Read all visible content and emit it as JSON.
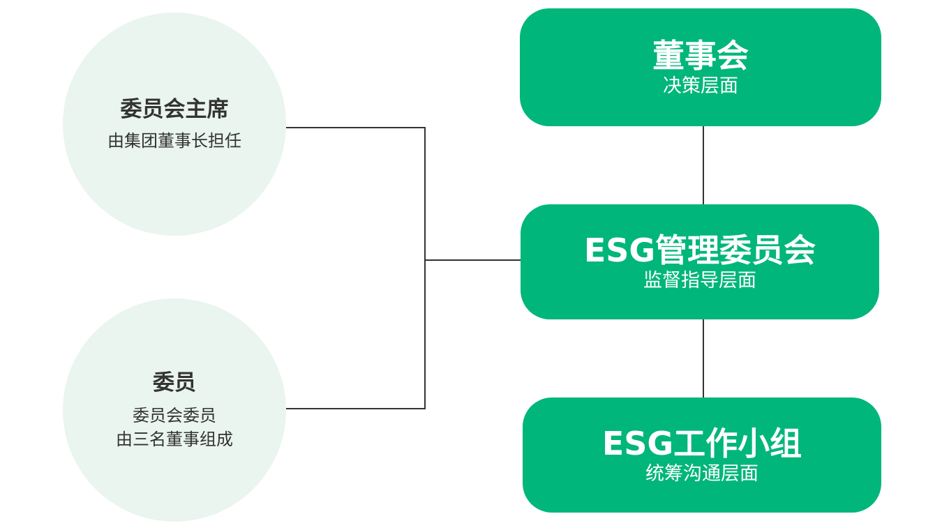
{
  "left": {
    "chair": {
      "title": "委员会主席",
      "subtitle": "由集团董事长担任"
    },
    "member": {
      "title": "委员",
      "subtitle_line1": "委员会委员",
      "subtitle_line2": "由三名董事组成"
    }
  },
  "right": {
    "board": {
      "title": "董事会",
      "subtitle": "决策层面"
    },
    "esg_committee": {
      "title": "ESG管理委员会",
      "subtitle": "监督指导层面"
    },
    "esg_team": {
      "title": "ESG工作小组",
      "subtitle": "统筹沟通层面"
    }
  },
  "colors": {
    "box_green": "#00b67a",
    "circle_fill": "#e9f5ee",
    "line": "#333333",
    "text_dark": "#333333",
    "text_light": "#ffffff"
  }
}
